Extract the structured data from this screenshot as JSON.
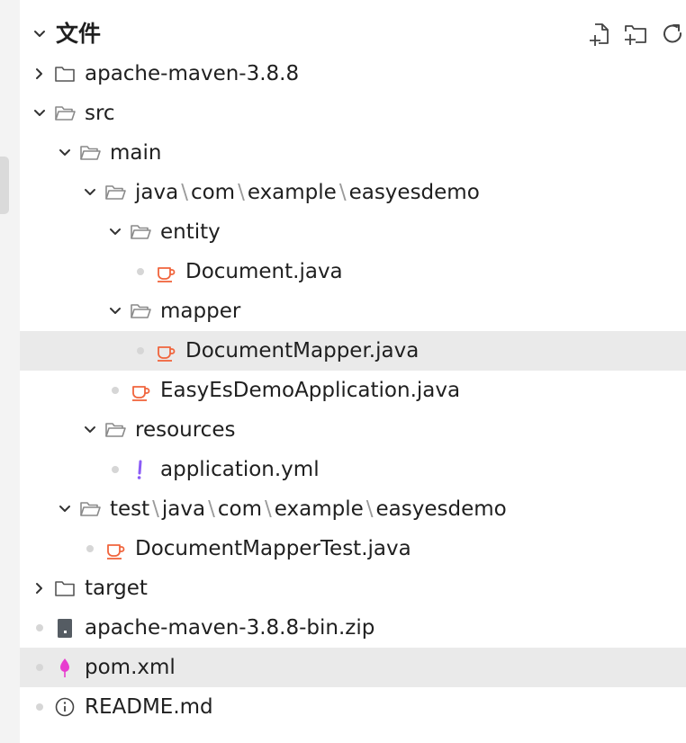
{
  "explorer": {
    "title": "文件",
    "actions": [
      {
        "name": "new-file-button",
        "icon": "new-file-icon"
      },
      {
        "name": "new-folder-button",
        "icon": "new-folder-icon"
      },
      {
        "name": "refresh-button",
        "icon": "refresh-icon"
      }
    ]
  },
  "tree": [
    {
      "label": "apache-maven-3.8.8",
      "type": "folder",
      "expanded": false,
      "depth": 0
    },
    {
      "label": "src",
      "type": "folder",
      "expanded": true,
      "depth": 0
    },
    {
      "label": "main",
      "type": "folder",
      "expanded": true,
      "depth": 1
    },
    {
      "segments": [
        "java",
        "com",
        "example",
        "easyesdemo"
      ],
      "type": "folder",
      "expanded": true,
      "depth": 2
    },
    {
      "label": "entity",
      "type": "folder",
      "expanded": true,
      "depth": 3
    },
    {
      "label": "Document.java",
      "type": "java",
      "depth": 4
    },
    {
      "label": "mapper",
      "type": "folder",
      "expanded": true,
      "depth": 3
    },
    {
      "label": "DocumentMapper.java",
      "type": "java",
      "depth": 4,
      "selected": true
    },
    {
      "label": "EasyEsDemoApplication.java",
      "type": "java",
      "depth": 3
    },
    {
      "label": "resources",
      "type": "folder",
      "expanded": true,
      "depth": 2
    },
    {
      "label": "application.yml",
      "type": "yml",
      "depth": 3
    },
    {
      "segments": [
        "test",
        "java",
        "com",
        "example",
        "easyesdemo"
      ],
      "type": "folder",
      "expanded": true,
      "depth": 1
    },
    {
      "label": "DocumentMapperTest.java",
      "type": "java",
      "depth": 2
    },
    {
      "label": "target",
      "type": "folder",
      "expanded": false,
      "depth": 0
    },
    {
      "label": "apache-maven-3.8.8-bin.zip",
      "type": "zip",
      "depth": 0
    },
    {
      "label": "pom.xml",
      "type": "xml",
      "depth": 0,
      "selected": true
    },
    {
      "label": "README.md",
      "type": "md",
      "depth": 0
    }
  ],
  "colors": {
    "java": "#f0643c",
    "yml": "#8b5cf6",
    "xml": "#e83ccf",
    "folder": "#555555",
    "folder_open": "#8a8a8a",
    "selected_row": "#eaeaea"
  }
}
